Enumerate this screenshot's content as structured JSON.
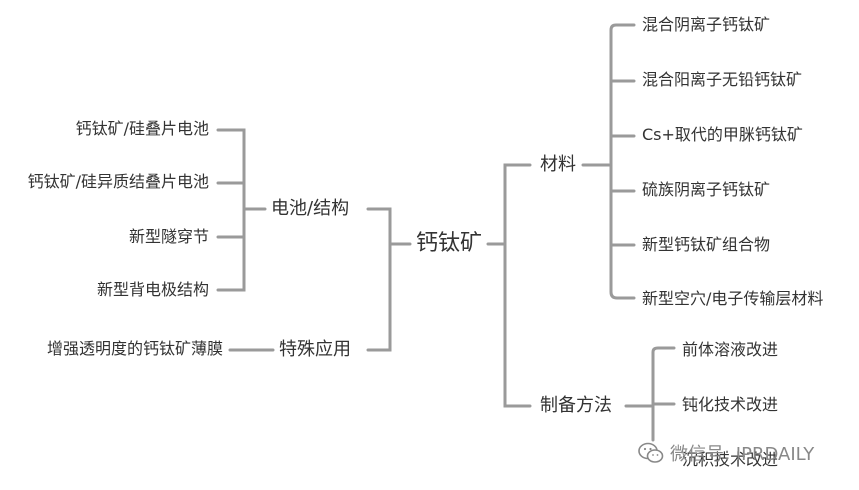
{
  "root": {
    "label": "钙钛矿"
  },
  "left": {
    "battery": {
      "label": "电池/结构",
      "children": [
        "钙钛矿/硅叠片电池",
        "钙钛矿/硅异质结叠片电池",
        "新型隧穿节",
        "新型背电极结构"
      ]
    },
    "special": {
      "label": "特殊应用",
      "children": [
        "增强透明度的钙钛矿薄膜"
      ]
    }
  },
  "right": {
    "materials": {
      "label": "材料",
      "children": [
        "混合阴离子钙钛矿",
        "混合阳离子无铅钙钛矿",
        "Cs+取代的甲脒钙钛矿",
        "硫族阴离子钙钛矿",
        "新型钙钛矿组合物",
        "新型空穴/电子传输层材料"
      ]
    },
    "methods": {
      "label": "制备方法",
      "children": [
        "前体溶液改进",
        "钝化技术改进",
        "沉积技术改进"
      ]
    }
  },
  "watermark": {
    "text": "微信号: IPRDAILY",
    "icon": "wechat-icon"
  },
  "colors": {
    "line": "#9a9a9a",
    "text": "#333333",
    "watermark": "#888888"
  }
}
